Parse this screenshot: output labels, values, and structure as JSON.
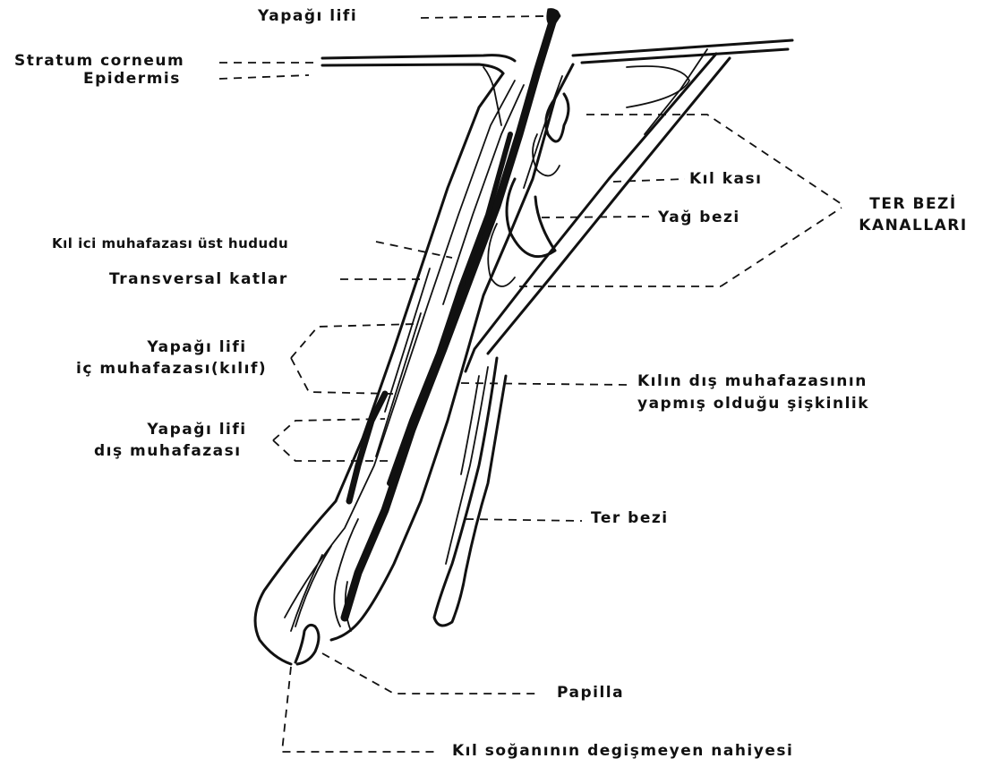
{
  "labels": {
    "yapagi_lifi_top": "Yapağı lifi",
    "stratum_corneum": "Stratum corneum",
    "epidermis": "Epidermis",
    "kil_kasi": "Kıl kası",
    "yag_bezi": "Yağ bezi",
    "ter_bezi_kanallari_1": "TER BEZİ",
    "ter_bezi_kanallari_2": "KANALLARI",
    "kil_ici_muhafazasi": "Kıl ici muhafazası üst hududu",
    "transversal_katlar": "Transversal katlar",
    "ic_muhafaza_1": "Yapağı lifi",
    "ic_muhafaza_2": "iç muhafazası(kılıf)",
    "kilin_dis_1": "Kılın dış muhafazasının",
    "kilin_dis_2": "yapmış olduğu şişkinlik",
    "dis_muhafaza_1": "Yapağı lifi",
    "dis_muhafaza_2": "dış muhafazası",
    "ter_bezi": "Ter bezi",
    "papilla": "Papilla",
    "kil_soganinin": "Kıl soğanının degişmeyen nahiyesi"
  }
}
